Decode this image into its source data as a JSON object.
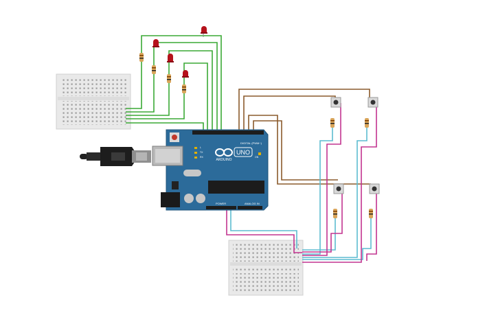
{
  "board": {
    "model_label": "UNO",
    "brand_label": "ARDUINO",
    "digital_header_label": "DIGITAL (PWM~)",
    "power_label": "POWER",
    "analog_label": "ANALOG IN",
    "tx_label": "TX",
    "rx_label": "RX",
    "l_label": "L",
    "on_label": "ON",
    "color_pcb": "#2c6b9a"
  },
  "wire_colors": {
    "green": "#3aa935",
    "brown": "#8a5a2b",
    "cyan": "#5bbcd0",
    "magenta": "#c2338f"
  },
  "components": {
    "leds": [
      "led-1",
      "led-2",
      "led-3",
      "led-4"
    ],
    "buttons": [
      "button-1",
      "button-2",
      "button-3",
      "button-4"
    ]
  }
}
